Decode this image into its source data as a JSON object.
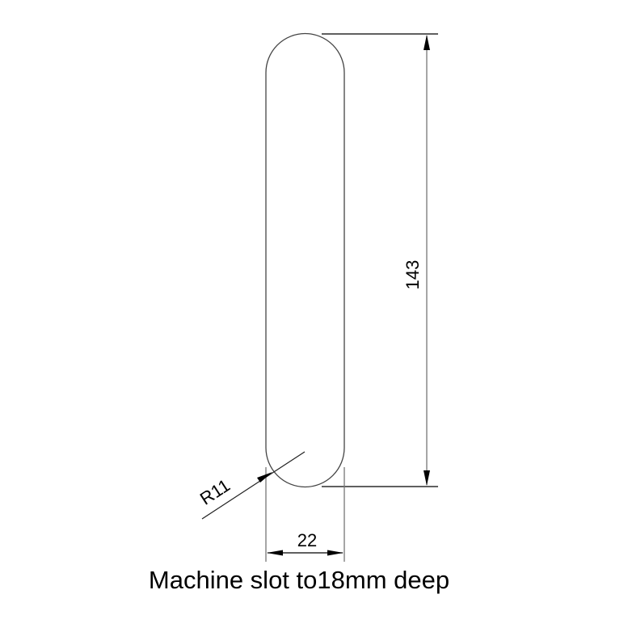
{
  "drawing": {
    "type": "technical-drawing",
    "shape": "slot",
    "dimensions": {
      "length": "143",
      "width": "22",
      "radius": "R11"
    },
    "caption": "Machine slot to18mm deep"
  }
}
